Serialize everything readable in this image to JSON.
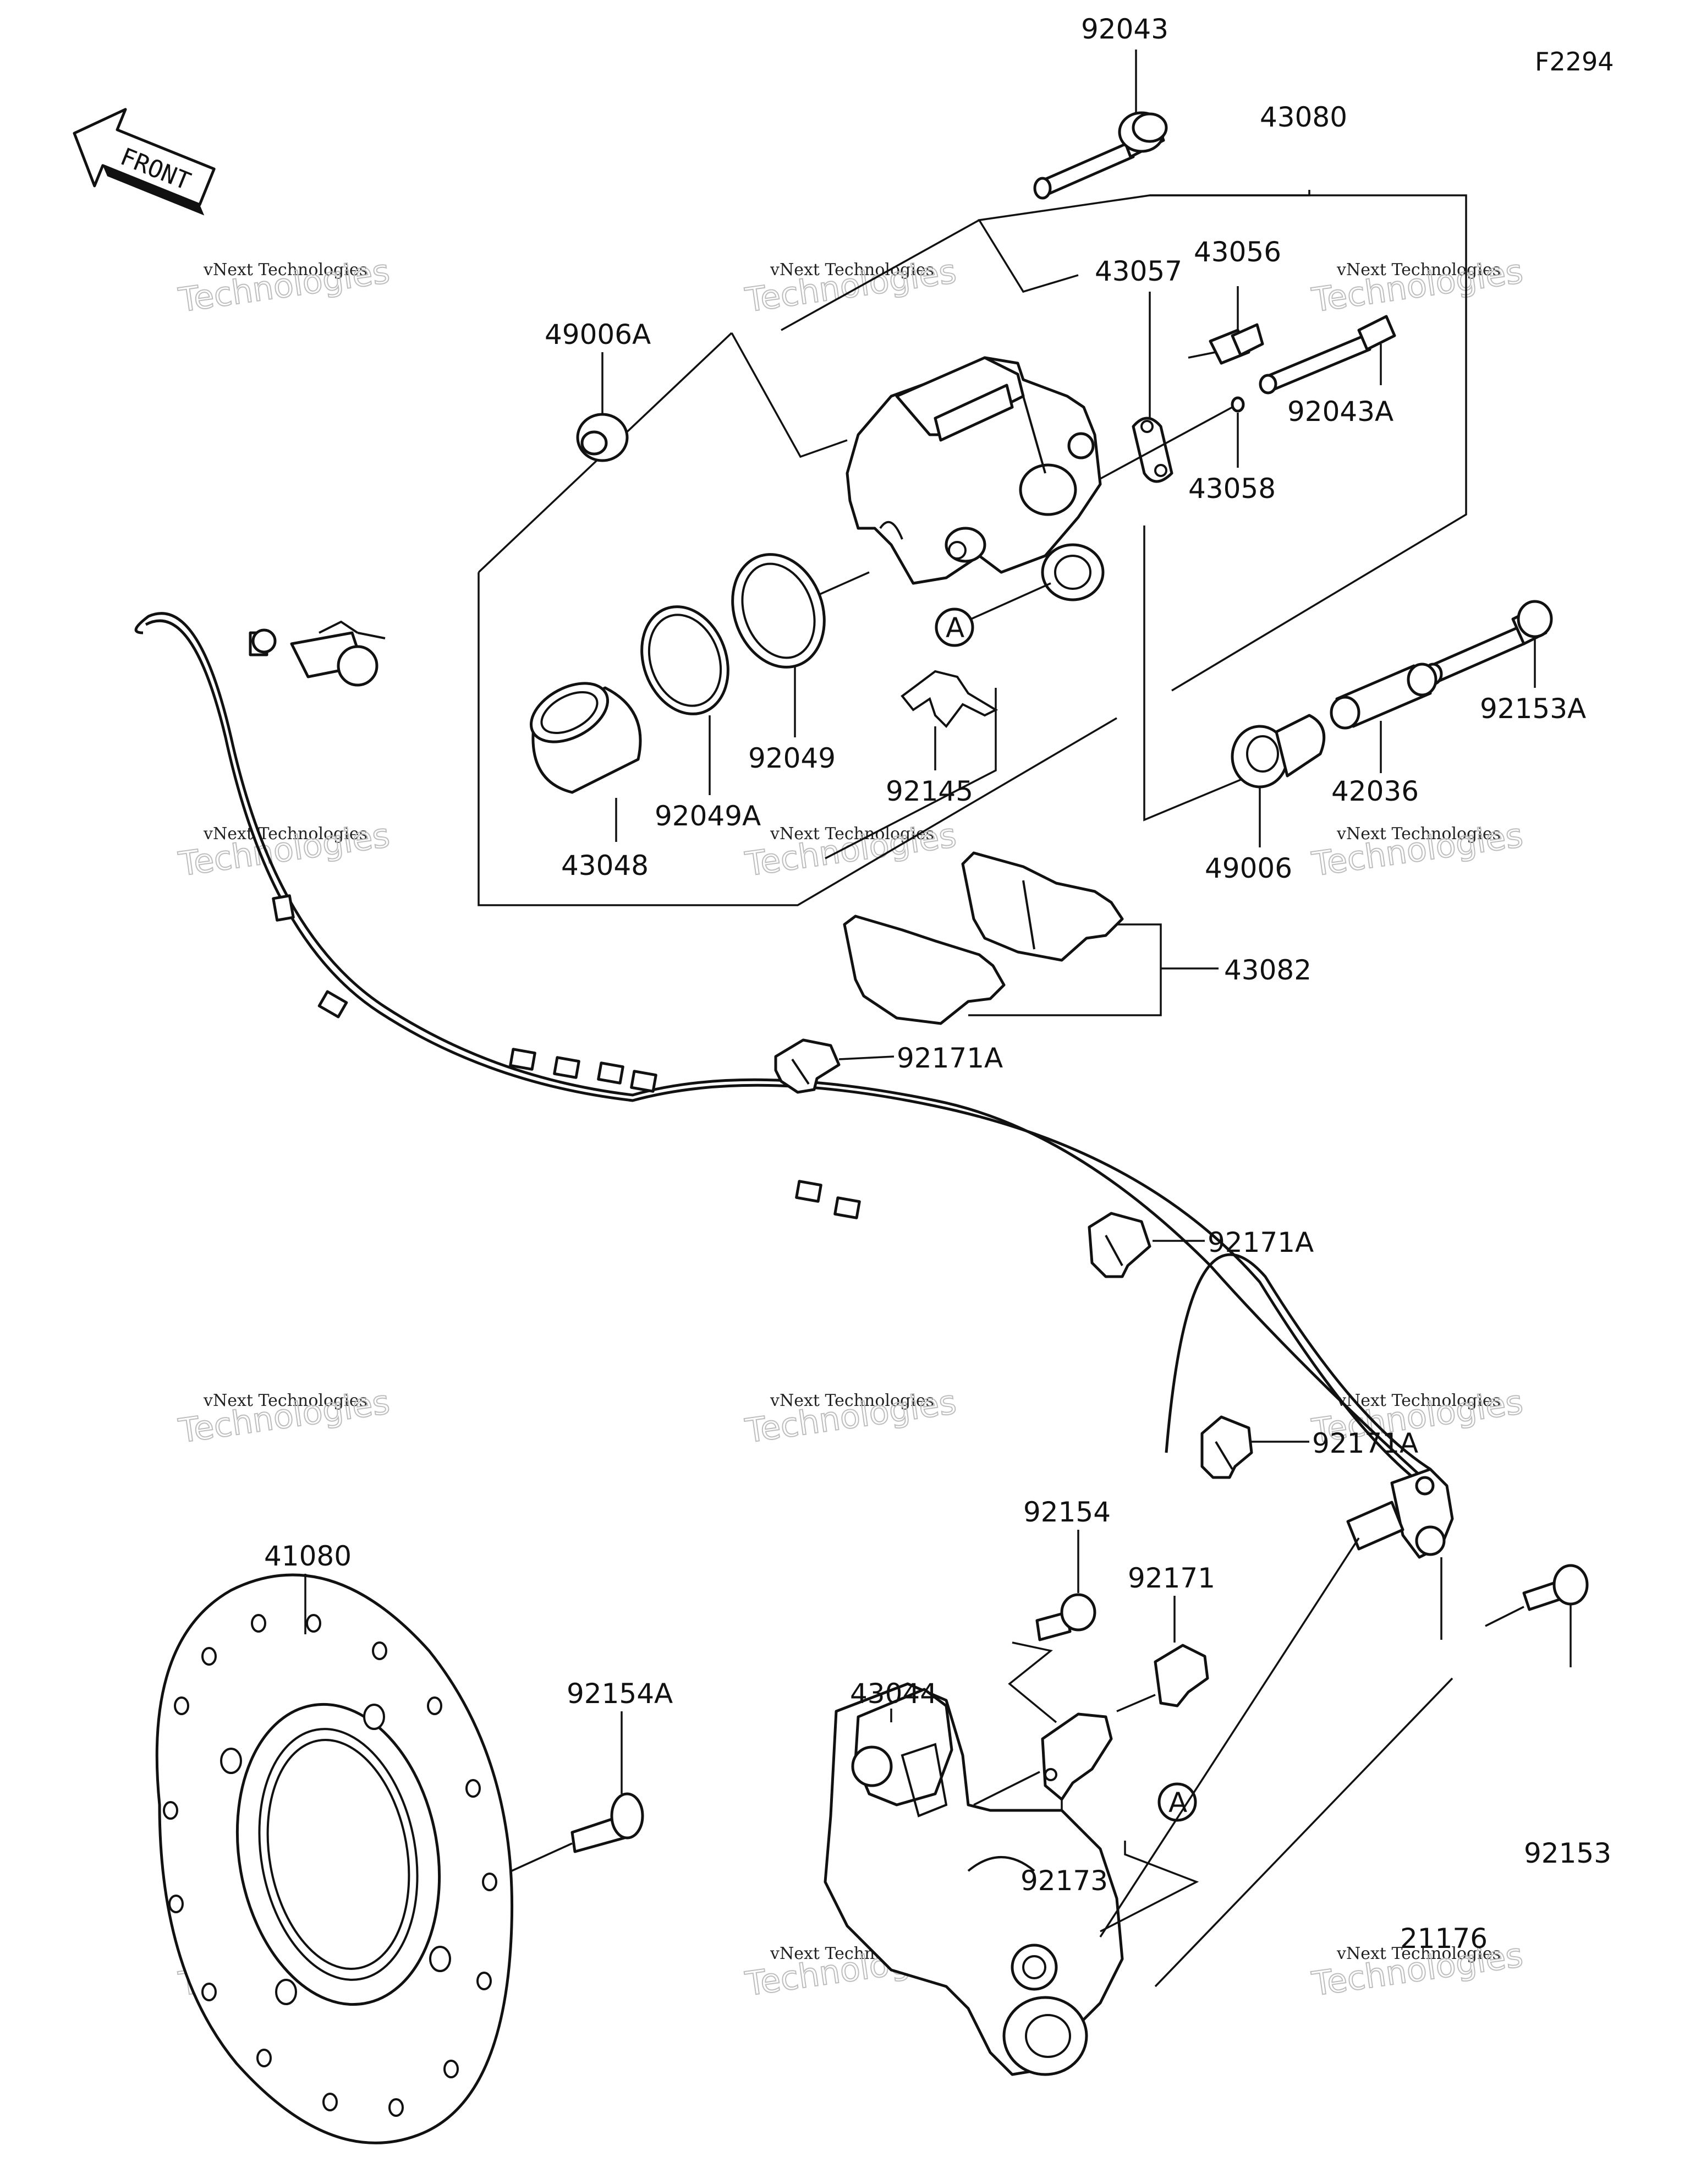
{
  "diagram": {
    "code": "F2294",
    "front_arrow": "FRONT",
    "watermark": {
      "line1": "vNext Technologies",
      "line2": "Technologies",
      "line3": "vNext"
    },
    "callout_letter": "A",
    "parts": [
      {
        "number": "92043"
      },
      {
        "number": "43080"
      },
      {
        "number": "43057"
      },
      {
        "number": "43056"
      },
      {
        "number": "49006A"
      },
      {
        "number": "92043A"
      },
      {
        "number": "43058"
      },
      {
        "number": "92153A"
      },
      {
        "number": "92049"
      },
      {
        "number": "92145"
      },
      {
        "number": "42036"
      },
      {
        "number": "92049A"
      },
      {
        "number": "43048"
      },
      {
        "number": "49006"
      },
      {
        "number": "43082"
      },
      {
        "number": "92171A"
      },
      {
        "number": "92171A"
      },
      {
        "number": "92171A"
      },
      {
        "number": "92154"
      },
      {
        "number": "92171"
      },
      {
        "number": "41080"
      },
      {
        "number": "43044"
      },
      {
        "number": "92154A"
      },
      {
        "number": "92173"
      },
      {
        "number": "92153"
      },
      {
        "number": "21176"
      }
    ]
  }
}
